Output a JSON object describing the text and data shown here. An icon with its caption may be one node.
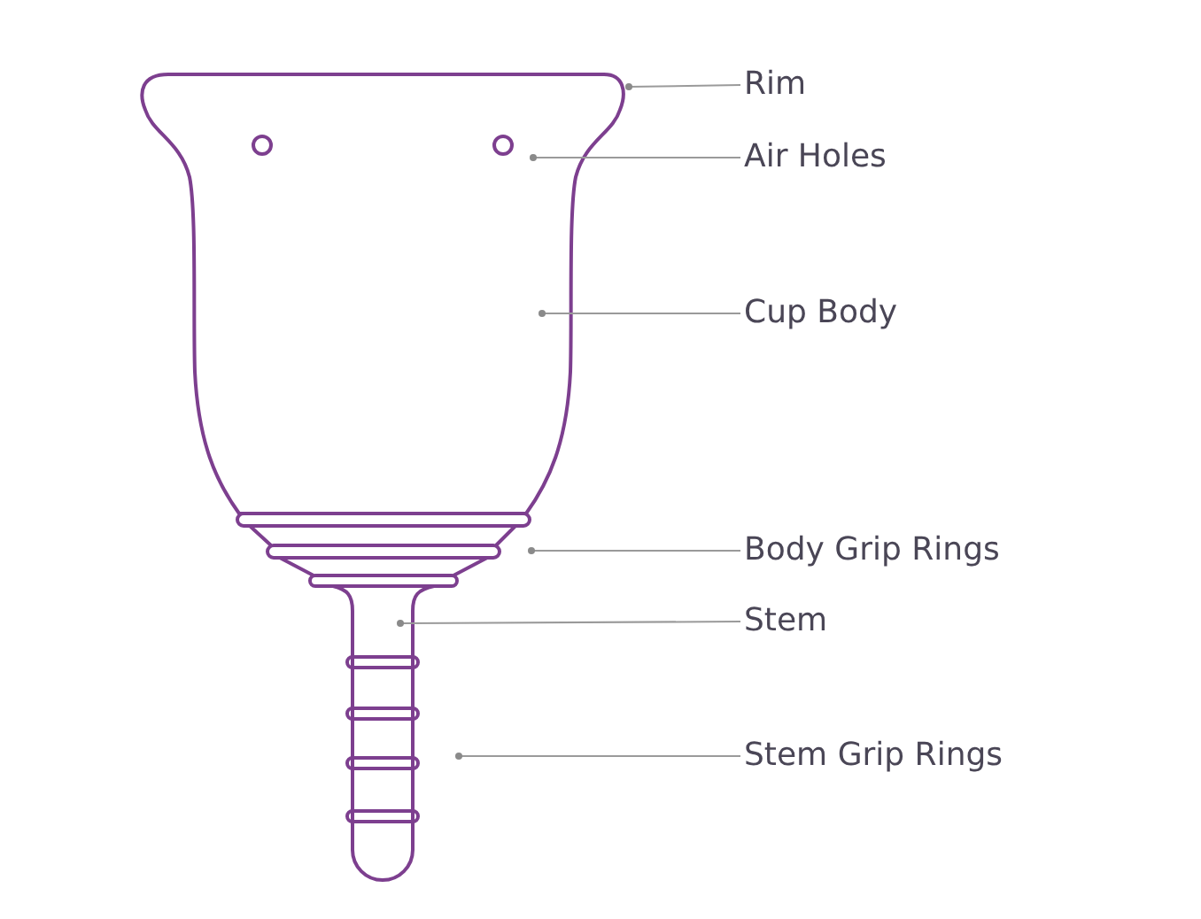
{
  "diagram": {
    "nodes": [
      {
        "text": [
          "Rim"
        ]
      },
      {
        "text": [
          "Air Holes"
        ]
      },
      {
        "text": [
          "Cup Body"
        ]
      },
      {
        "text": [
          "Body Grip Rings"
        ]
      },
      {
        "text": [
          "Stem"
        ]
      },
      {
        "text": [
          "Stem Grip Rings"
        ]
      }
    ],
    "edges": [
      {
        "from": 0,
        "to": null,
        "arrow": "other"
      },
      {
        "from": 1,
        "to": null,
        "arrow": "other"
      },
      {
        "from": 2,
        "to": null,
        "arrow": "other"
      },
      {
        "from": 3,
        "to": null,
        "arrow": "other"
      },
      {
        "from": 4,
        "to": null,
        "arrow": "other"
      },
      {
        "from": 5,
        "to": null,
        "arrow": "other"
      }
    ]
  }
}
